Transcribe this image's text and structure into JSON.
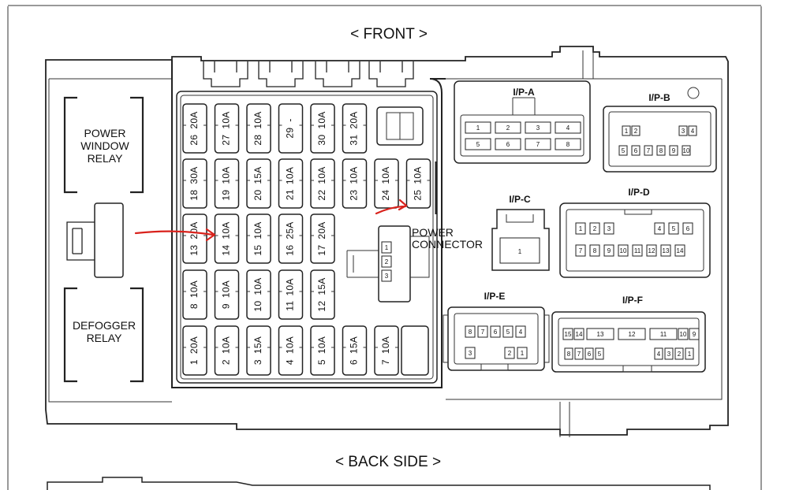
{
  "header": {
    "front": "< FRONT >",
    "back": "< BACK SIDE >"
  },
  "relays": {
    "power_window": [
      "POWER",
      "WINDOW",
      "RELAY"
    ],
    "defogger": [
      "DEFOGGER",
      "RELAY"
    ]
  },
  "power_connector": {
    "line1": "POWER",
    "line2": "CONNECTOR",
    "pins": [
      "1",
      "2",
      "3"
    ]
  },
  "fuse_rows": [
    [
      {
        "num": "26",
        "amp": "20A"
      },
      {
        "num": "27",
        "amp": "10A"
      },
      {
        "num": "28",
        "amp": "10A"
      },
      {
        "num": "29",
        "amp": "-"
      },
      {
        "num": "30",
        "amp": "10A"
      },
      {
        "num": "31",
        "amp": "20A"
      }
    ],
    [
      {
        "num": "18",
        "amp": "30A"
      },
      {
        "num": "19",
        "amp": "10A"
      },
      {
        "num": "20",
        "amp": "15A"
      },
      {
        "num": "21",
        "amp": "10A"
      },
      {
        "num": "22",
        "amp": "10A"
      },
      {
        "num": "23",
        "amp": "10A"
      },
      {
        "num": "24",
        "amp": "10A"
      },
      {
        "num": "25",
        "amp": "10A"
      }
    ],
    [
      {
        "num": "13",
        "amp": "20A"
      },
      {
        "num": "14",
        "amp": "10A"
      },
      {
        "num": "15",
        "amp": "10A"
      },
      {
        "num": "16",
        "amp": "25A"
      },
      {
        "num": "17",
        "amp": "20A"
      }
    ],
    [
      {
        "num": "8",
        "amp": "10A"
      },
      {
        "num": "9",
        "amp": "10A"
      },
      {
        "num": "10",
        "amp": "10A"
      },
      {
        "num": "11",
        "amp": "10A"
      },
      {
        "num": "12",
        "amp": "15A"
      }
    ],
    [
      {
        "num": "1",
        "amp": "20A"
      },
      {
        "num": "2",
        "amp": "10A"
      },
      {
        "num": "3",
        "amp": "15A"
      },
      {
        "num": "4",
        "amp": "10A"
      },
      {
        "num": "5",
        "amp": "10A"
      },
      {
        "num": "6",
        "amp": "15A"
      },
      {
        "num": "7",
        "amp": "10A"
      }
    ]
  ],
  "connectors": {
    "ipa": {
      "label": "I/P-A",
      "row1": [
        "1",
        "2",
        "3",
        "4"
      ],
      "row2": [
        "5",
        "6",
        "7",
        "8"
      ]
    },
    "ipb": {
      "label": "I/P-B",
      "row1": [
        "1",
        "2",
        "3",
        "4"
      ],
      "row2": [
        "5",
        "6",
        "7",
        "8",
        "9",
        "10"
      ]
    },
    "ipc": {
      "label": "I/P-C",
      "pins": [
        "1"
      ]
    },
    "ipd": {
      "label": "I/P-D",
      "row1": [
        "1",
        "2",
        "3",
        "4",
        "5",
        "6"
      ],
      "row2": [
        "7",
        "8",
        "9",
        "10",
        "11",
        "12",
        "13",
        "14"
      ]
    },
    "ipe": {
      "label": "I/P-E",
      "row1": [
        "8",
        "7",
        "6",
        "5",
        "4"
      ],
      "row2": [
        "3",
        "2",
        "1"
      ]
    },
    "ipf": {
      "label": "I/P-F",
      "row1": [
        "15",
        "14",
        "13",
        "12",
        "11",
        "10",
        "9"
      ],
      "row2": [
        "8",
        "7",
        "6",
        "5",
        "4",
        "3",
        "2",
        "1"
      ]
    }
  },
  "annotation_color": "#d9221c"
}
